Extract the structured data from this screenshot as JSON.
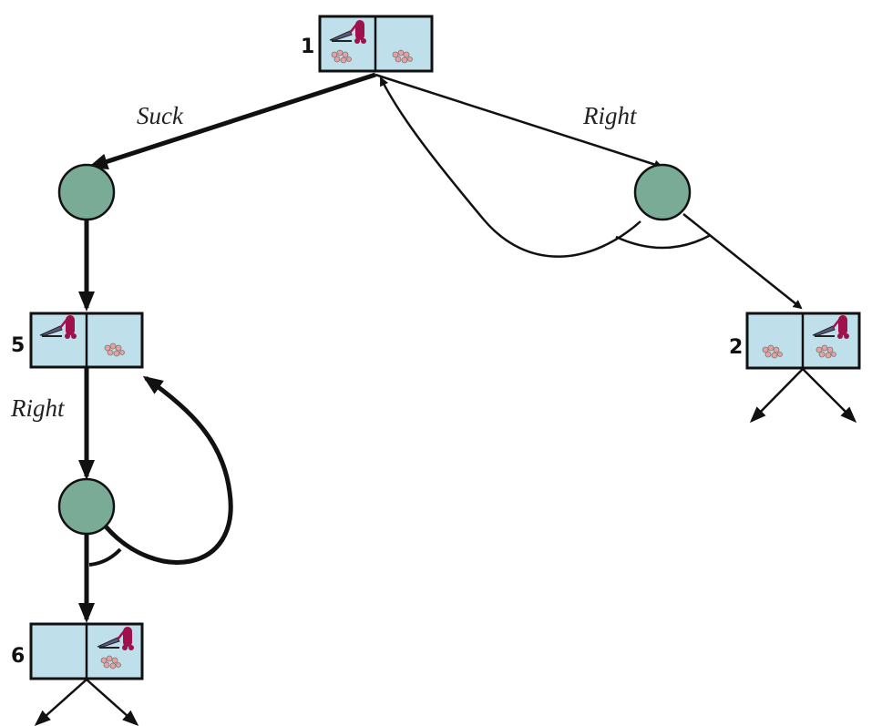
{
  "colors": {
    "state_fill": "#bfe0ea",
    "chance_node": "#7aab96",
    "edge": "#111111",
    "vacuum": "#a0104a",
    "dirt": "#d98c8c"
  },
  "states": [
    {
      "label": "1",
      "left": {
        "vacuum": true,
        "dirt": true
      },
      "right": {
        "vacuum": false,
        "dirt": true
      }
    },
    {
      "label": "5",
      "left": {
        "vacuum": true,
        "dirt": false
      },
      "right": {
        "vacuum": false,
        "dirt": true
      }
    },
    {
      "label": "2",
      "left": {
        "vacuum": false,
        "dirt": true
      },
      "right": {
        "vacuum": true,
        "dirt": true
      }
    },
    {
      "label": "6",
      "left": {
        "vacuum": false,
        "dirt": false
      },
      "right": {
        "vacuum": true,
        "dirt": true
      }
    }
  ],
  "actions": {
    "suck": "Suck",
    "right_top": "Right",
    "right_left": "Right"
  }
}
